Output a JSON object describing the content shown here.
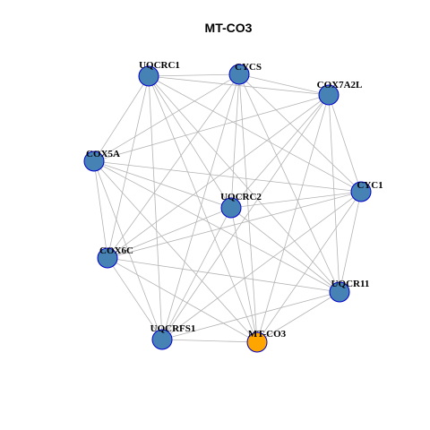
{
  "title": "MT-CO3",
  "colors": {
    "node_fill": "#4682B4",
    "node_stroke": "#0000CD",
    "highlight_fill": "#FFA500",
    "edge": "#B4B4B4"
  },
  "nodes": [
    {
      "id": "UQCRC1",
      "label": "UQCRC1",
      "highlight": false
    },
    {
      "id": "CYCS",
      "label": "CYCS",
      "highlight": false
    },
    {
      "id": "COX7A2L",
      "label": "COX7A2L",
      "highlight": false
    },
    {
      "id": "COX5A",
      "label": "COX5A",
      "highlight": false
    },
    {
      "id": "CYC1",
      "label": "CYC1",
      "highlight": false
    },
    {
      "id": "UQCRC2",
      "label": "UQCRC2",
      "highlight": false
    },
    {
      "id": "COX6C",
      "label": "COX6C",
      "highlight": false
    },
    {
      "id": "UQCR11",
      "label": "UQCR11",
      "highlight": false
    },
    {
      "id": "UQCRFS1",
      "label": "UQCRFS1",
      "highlight": false
    },
    {
      "id": "MT-CO3",
      "label": "MT-CO3",
      "highlight": true
    }
  ],
  "edges": [
    [
      "UQCRC1",
      "CYCS"
    ],
    [
      "UQCRC1",
      "COX7A2L"
    ],
    [
      "UQCRC1",
      "COX5A"
    ],
    [
      "UQCRC1",
      "CYC1"
    ],
    [
      "UQCRC1",
      "UQCRC2"
    ],
    [
      "UQCRC1",
      "COX6C"
    ],
    [
      "UQCRC1",
      "UQCR11"
    ],
    [
      "UQCRC1",
      "UQCRFS1"
    ],
    [
      "UQCRC1",
      "MT-CO3"
    ],
    [
      "CYCS",
      "COX7A2L"
    ],
    [
      "CYCS",
      "COX5A"
    ],
    [
      "CYCS",
      "CYC1"
    ],
    [
      "CYCS",
      "UQCRC2"
    ],
    [
      "CYCS",
      "COX6C"
    ],
    [
      "CYCS",
      "UQCR11"
    ],
    [
      "CYCS",
      "UQCRFS1"
    ],
    [
      "CYCS",
      "MT-CO3"
    ],
    [
      "COX7A2L",
      "COX5A"
    ],
    [
      "COX7A2L",
      "CYC1"
    ],
    [
      "COX7A2L",
      "UQCRC2"
    ],
    [
      "COX7A2L",
      "COX6C"
    ],
    [
      "COX7A2L",
      "UQCR11"
    ],
    [
      "COX7A2L",
      "UQCRFS1"
    ],
    [
      "COX7A2L",
      "MT-CO3"
    ],
    [
      "COX5A",
      "CYC1"
    ],
    [
      "COX5A",
      "UQCRC2"
    ],
    [
      "COX5A",
      "COX6C"
    ],
    [
      "COX5A",
      "UQCR11"
    ],
    [
      "COX5A",
      "UQCRFS1"
    ],
    [
      "COX5A",
      "MT-CO3"
    ],
    [
      "CYC1",
      "UQCRC2"
    ],
    [
      "CYC1",
      "COX6C"
    ],
    [
      "CYC1",
      "UQCR11"
    ],
    [
      "CYC1",
      "UQCRFS1"
    ],
    [
      "CYC1",
      "MT-CO3"
    ],
    [
      "UQCRC2",
      "COX6C"
    ],
    [
      "UQCRC2",
      "UQCR11"
    ],
    [
      "UQCRC2",
      "UQCRFS1"
    ],
    [
      "UQCRC2",
      "MT-CO3"
    ],
    [
      "COX6C",
      "UQCR11"
    ],
    [
      "COX6C",
      "UQCRFS1"
    ],
    [
      "COX6C",
      "MT-CO3"
    ],
    [
      "UQCR11",
      "UQCRFS1"
    ],
    [
      "UQCR11",
      "MT-CO3"
    ],
    [
      "UQCRFS1",
      "MT-CO3"
    ]
  ]
}
